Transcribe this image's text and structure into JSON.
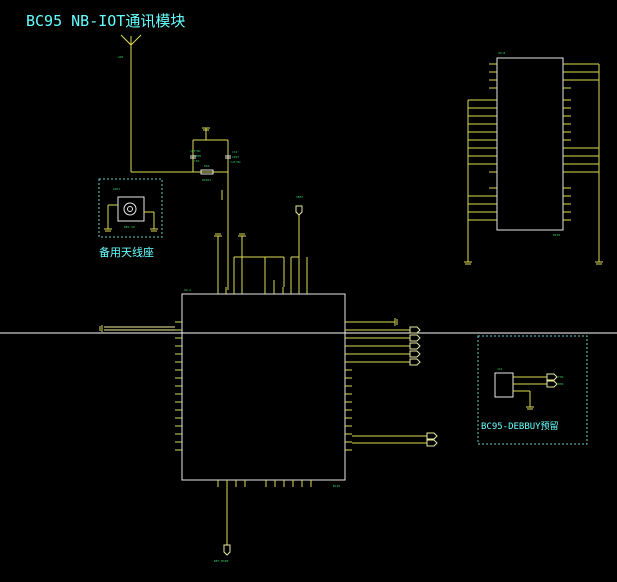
{
  "title": "BC95 NB-IOT通讯模块",
  "labels": {
    "spare_antenna": "备用天线座",
    "debug_reserved": "BC95-DEBBUY预留"
  },
  "colors": {
    "background": "#000000",
    "wire": "#dddd55",
    "title_text": "#66ffff",
    "pin_text": "#33cc66",
    "part_outline": "#e8e8e8",
    "boundary_line": "#ffffff"
  },
  "icons": [
    "antenna-icon",
    "ground-icon",
    "connector-icon",
    "net-port-icon"
  ]
}
